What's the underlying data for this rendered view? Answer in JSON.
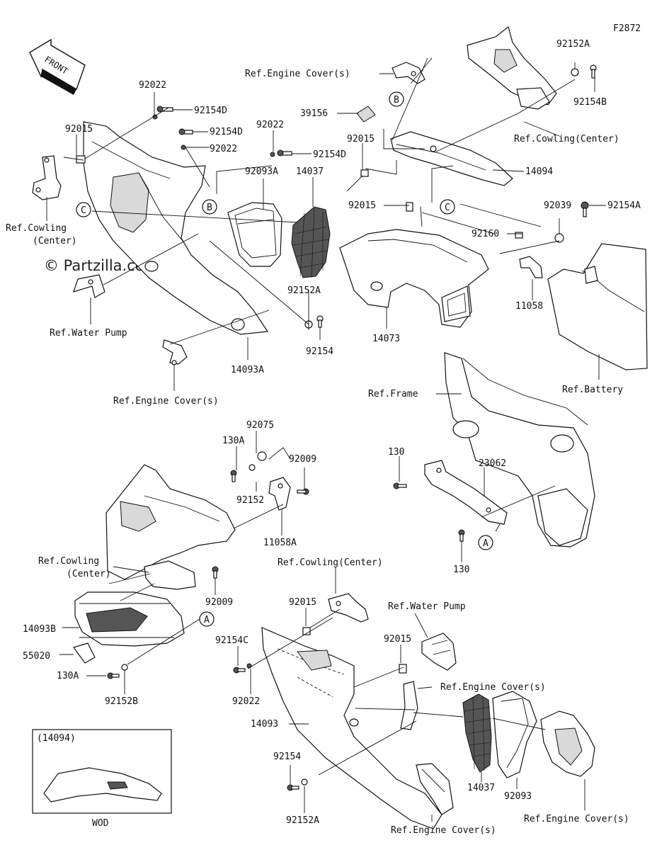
{
  "figure_code": "F2872",
  "front_label": "FRONT",
  "watermark": "© Partzilla.com",
  "inset": {
    "part": "(14094)",
    "caption": "WOD"
  },
  "callouts": {
    "a": "A",
    "b": "B",
    "c": "C"
  },
  "labels": {
    "ref_cowling_center_tl": "Ref.Cowling",
    "ref_cowling_center_tl2": "(Center)",
    "ref_water_pump_l": "Ref.Water Pump",
    "ref_engine_covers_l": "Ref.Engine Cover(s)",
    "ref_engine_covers_top": "Ref.Engine Cover(s)",
    "ref_cowling_center_tr": "Ref.Cowling(Center)",
    "ref_battery": "Ref.Battery",
    "ref_frame": "Ref.Frame",
    "ref_cowling_center_ml": "Ref.Cowling",
    "ref_cowling_center_ml2": "(Center)",
    "ref_cowling_center_b": "Ref.Cowling(Center)",
    "ref_water_pump_b": "Ref.Water Pump",
    "ref_engine_covers_b1": "Ref.Engine Cover(s)",
    "ref_engine_covers_b2": "Ref.Engine Cover(s)",
    "ref_engine_covers_b3": "Ref.Engine Cover(s)"
  },
  "parts": {
    "p92022_a": "92022",
    "p92154d_a": "92154D",
    "p92015_a": "92015",
    "p92154d_b": "92154D",
    "p92022_b": "92022",
    "p92022_c": "92022",
    "p92154d_c": "92154D",
    "p92093a": "92093A",
    "p14037_a": "14037",
    "p39156": "39156",
    "p92015_b": "92015",
    "p92015_c": "92015",
    "p14094": "14094",
    "p92152a_tr": "92152A",
    "p92154b": "92154B",
    "p92039": "92039",
    "p92154a": "92154A",
    "p92160": "92160",
    "p11058": "11058",
    "p92152a_m": "92152A",
    "p92154_m": "92154",
    "p14073": "14073",
    "p14093a": "14093A",
    "p92075": "92075",
    "p130a_a": "130A",
    "p92009_a": "92009",
    "p92152": "92152",
    "p11058a": "11058A",
    "p130_a": "130",
    "p23062": "23062",
    "p130_b": "130",
    "p92009_b": "92009",
    "p14093b": "14093B",
    "p55020": "55020",
    "p130a_b": "130A",
    "p92152b": "92152B",
    "p92015_d": "92015",
    "p92154c": "92154C",
    "p92022_d": "92022",
    "p92015_e": "92015",
    "p14093": "14093",
    "p92154_b": "92154",
    "p92152a_b": "92152A",
    "p14037_b": "14037",
    "p92093": "92093"
  }
}
